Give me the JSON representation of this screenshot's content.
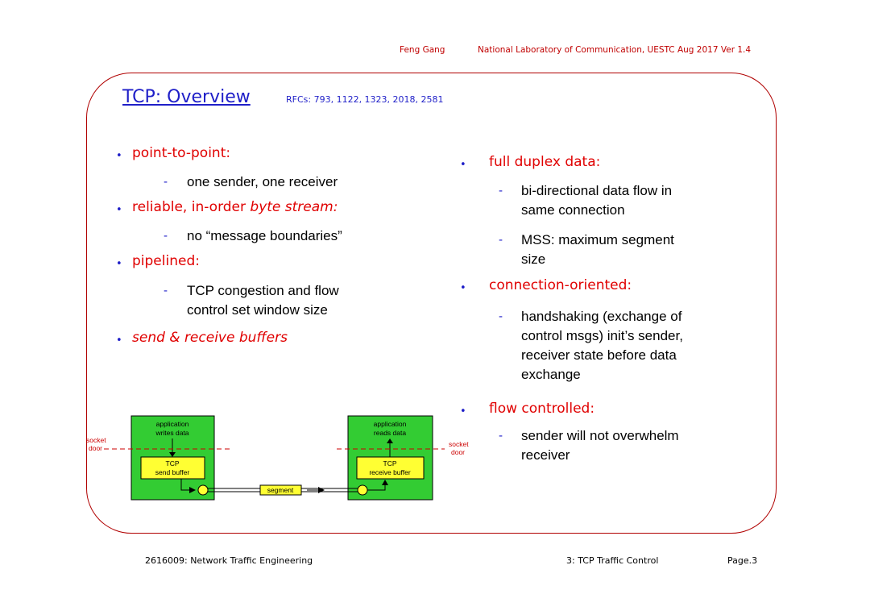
{
  "header": {
    "author": "Feng Gang",
    "org": "National Laboratory of Communication, UESTC  Aug 2017 Ver 1.4"
  },
  "title": "TCP: Overview",
  "rfcs": "RFCs: 793, 1122, 1323, 2018, 2581",
  "left_bullets": [
    {
      "text": "point-to-point:",
      "sub": [
        "one sender, one receiver"
      ]
    },
    {
      "text_a": "reliable, in-order ",
      "text_b": "byte stream:",
      "sub": [
        "no “message boundaries”"
      ]
    },
    {
      "text": "pipelined:",
      "sub": [
        "TCP congestion and flow",
        "control set window size"
      ]
    },
    {
      "text": "send & receive buffers"
    }
  ],
  "right_bullets": [
    {
      "text": "full duplex data:",
      "sub": [
        [
          "bi-directional data flow in",
          "same connection"
        ],
        [
          "MSS: maximum segment",
          "size"
        ]
      ]
    },
    {
      "text": "connection-oriented:",
      "sub": [
        [
          "handshaking (exchange of",
          "control msgs) init’s sender,",
          "receiver state before data",
          "exchange"
        ]
      ]
    },
    {
      "text": "flow controlled:",
      "sub": [
        [
          "sender will not overwhelm",
          "receiver"
        ]
      ]
    }
  ],
  "diagram": {
    "left_app": [
      "application",
      "writes data"
    ],
    "left_buf": [
      "TCP",
      "send buffer"
    ],
    "right_app": [
      "application",
      "reads data"
    ],
    "right_buf": [
      "TCP",
      "receive buffer"
    ],
    "socket_left": [
      "socket",
      "door"
    ],
    "socket_right": [
      "socket",
      "door"
    ],
    "segment": "segment"
  },
  "footer": {
    "course": "2616009: Network Traffic Engineering",
    "chapter": "3: TCP Traffic Control",
    "page": "Page.3"
  }
}
